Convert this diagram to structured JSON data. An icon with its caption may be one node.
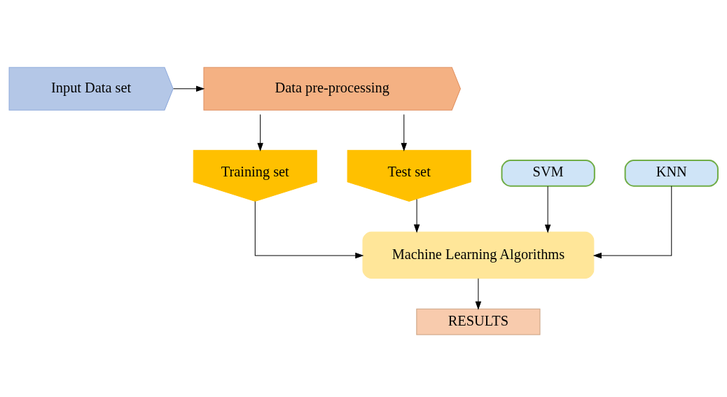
{
  "diagram": {
    "nodes": [
      {
        "text": [
          "Input Data set"
        ]
      },
      {
        "text": [
          "Data pre-processing"
        ]
      },
      {
        "text": [
          "Training set"
        ]
      },
      {
        "text": [
          "Test set"
        ]
      },
      {
        "text": [
          "SVM"
        ]
      },
      {
        "text": [
          "KNN"
        ]
      },
      {
        "text": [
          "Machine Learning Algorithms"
        ]
      },
      {
        "text": [
          "RESULTS"
        ]
      }
    ],
    "edges": [
      {
        "from": 0,
        "to": 1,
        "arrow": "to"
      },
      {
        "from": 1,
        "to": 2,
        "arrow": "to"
      },
      {
        "from": 1,
        "to": 3,
        "arrow": "to"
      },
      {
        "from": 2,
        "to": 6,
        "arrow": "to"
      },
      {
        "from": 3,
        "to": 6,
        "arrow": "to"
      },
      {
        "from": 4,
        "to": 6,
        "arrow": "to"
      },
      {
        "from": 5,
        "to": 6,
        "arrow": "to"
      },
      {
        "from": 6,
        "to": 7,
        "arrow": "to"
      }
    ]
  }
}
